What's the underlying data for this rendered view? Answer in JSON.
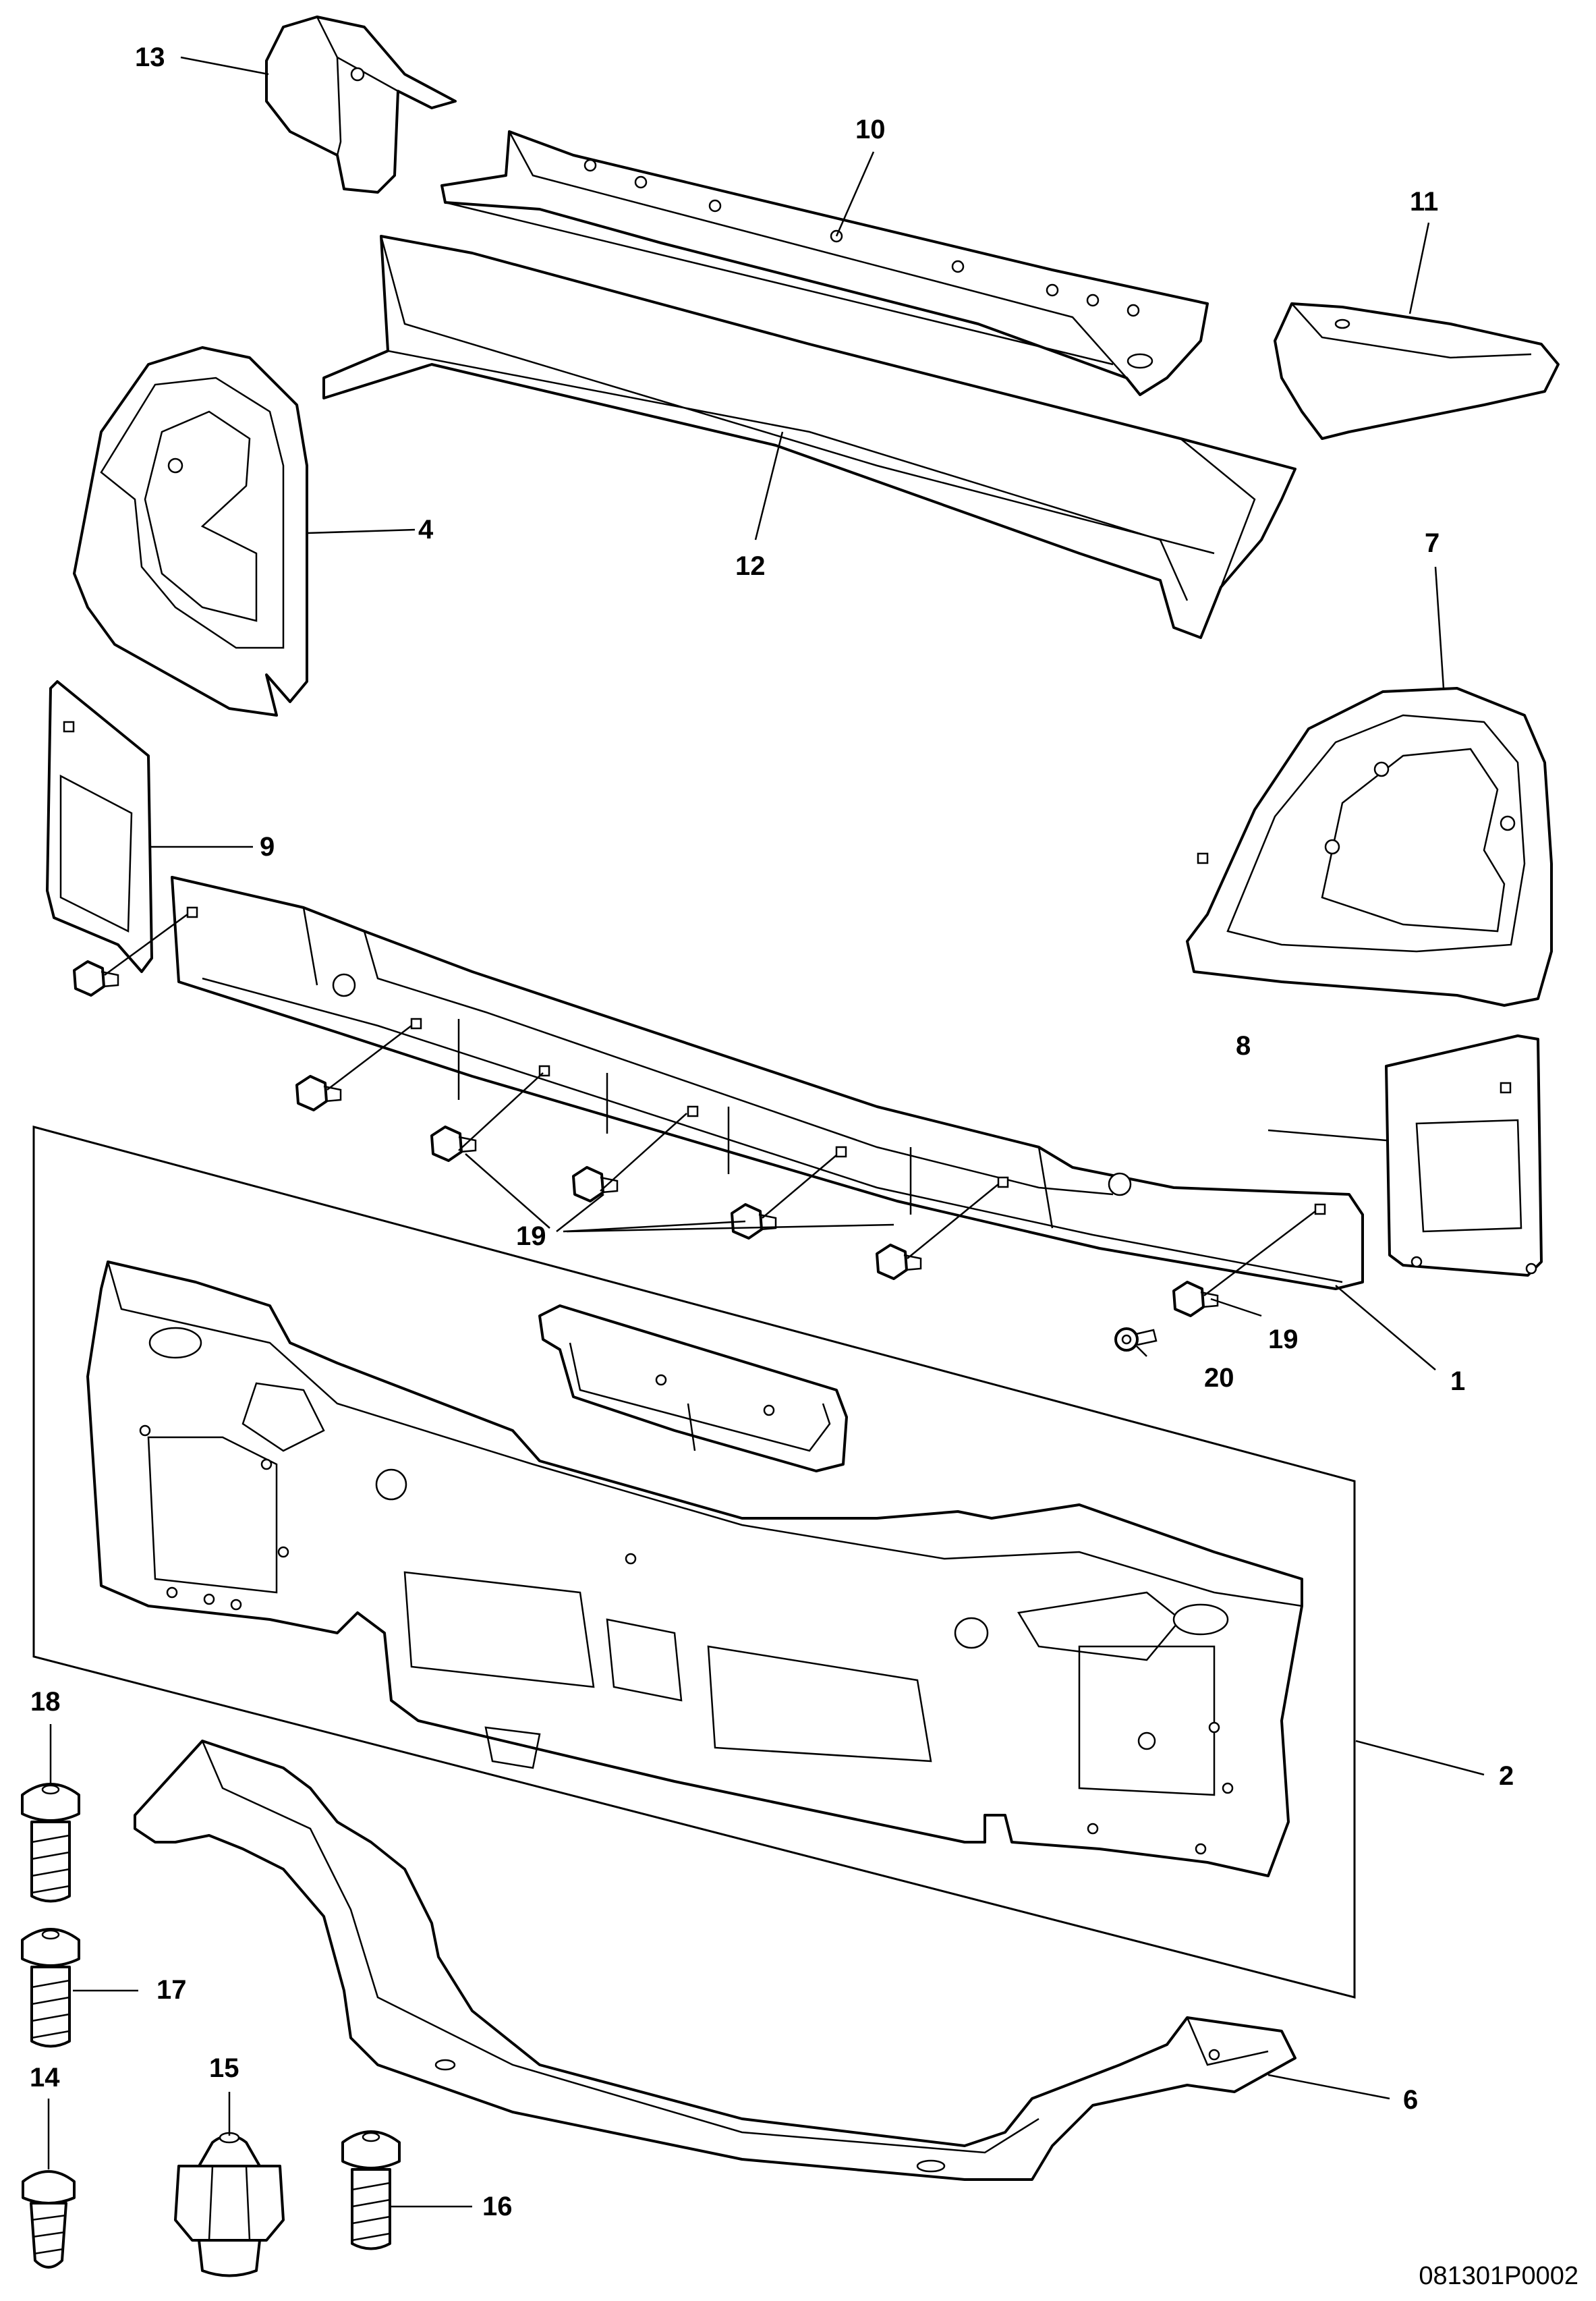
{
  "callouts": {
    "c1": "1",
    "c2": "2",
    "c4": "4",
    "c6": "6",
    "c7": "7",
    "c8": "8",
    "c9": "9",
    "c10": "10",
    "c11": "11",
    "c12": "12",
    "c13": "13",
    "c14": "14",
    "c15": "15",
    "c16": "16",
    "c17": "17",
    "c18": "18",
    "c19a": "19",
    "c19b": "19",
    "c20": "20"
  },
  "reference_code": "081301P0002"
}
